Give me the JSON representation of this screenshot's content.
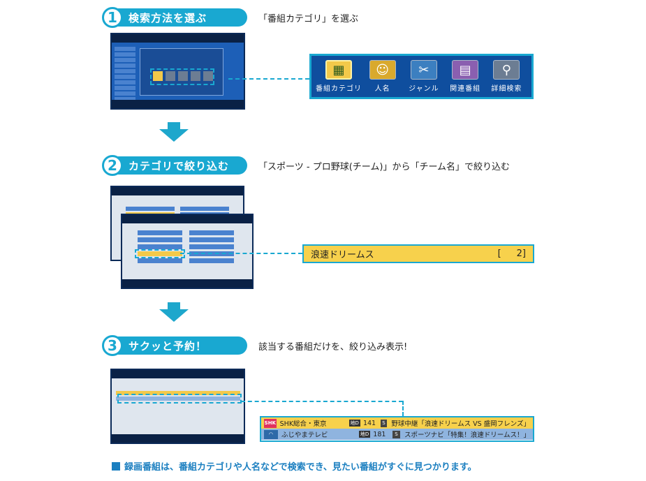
{
  "steps": [
    {
      "num": "1",
      "title": "検索方法を選ぶ",
      "desc": "「番組カテゴリ」を選ぶ"
    },
    {
      "num": "2",
      "title": "カテゴリで絞り込む",
      "desc": "「スポーツ - プロ野球(チーム)」から「チーム名」で絞り込む"
    },
    {
      "num": "3",
      "title": "サクッと予約！",
      "desc": "該当する番組だけを、絞り込み表示!"
    }
  ],
  "methods": [
    {
      "label": "番組カテゴリ",
      "icon": "category-grid-icon",
      "glyph": "▦",
      "active": true
    },
    {
      "label": "人名",
      "icon": "person-icon",
      "glyph": "☺",
      "active": false
    },
    {
      "label": "ジャンル",
      "icon": "genre-tools-icon",
      "glyph": "✂",
      "active": false
    },
    {
      "label": "関連番組",
      "icon": "related-programs-icon",
      "glyph": "▤",
      "active": false
    },
    {
      "label": "詳細検索",
      "icon": "magnifier-icon",
      "glyph": "⚲",
      "active": false
    }
  ],
  "team": {
    "name": "浪速ドリームス",
    "bracket_open": "[",
    "count": "2]"
  },
  "results": [
    {
      "station": "SHK総合・東京",
      "logo_text": "SHK",
      "logo_color": "#e0325f",
      "badge": "地D",
      "channel": "141",
      "sym": "S",
      "title": "野球中継「浪速ドリームス VS 盛岡フレンズ」",
      "highlight": true
    },
    {
      "station": "ふじやまテレビ",
      "logo_text": "◠",
      "logo_color": "#2e6aa8",
      "badge": "地D",
      "channel": "181",
      "sym": "S",
      "title": "スポーツナビ「特集！浪速ドリームス！」",
      "highlight": false
    }
  ],
  "footer": "録画番組は、番組カテゴリや人名などで検索でき、見たい番組がすぐに見つかります。",
  "colors": {
    "accent": "#19a8d1",
    "highlight": "#f7d14c",
    "panel": "#0f4e9e"
  }
}
